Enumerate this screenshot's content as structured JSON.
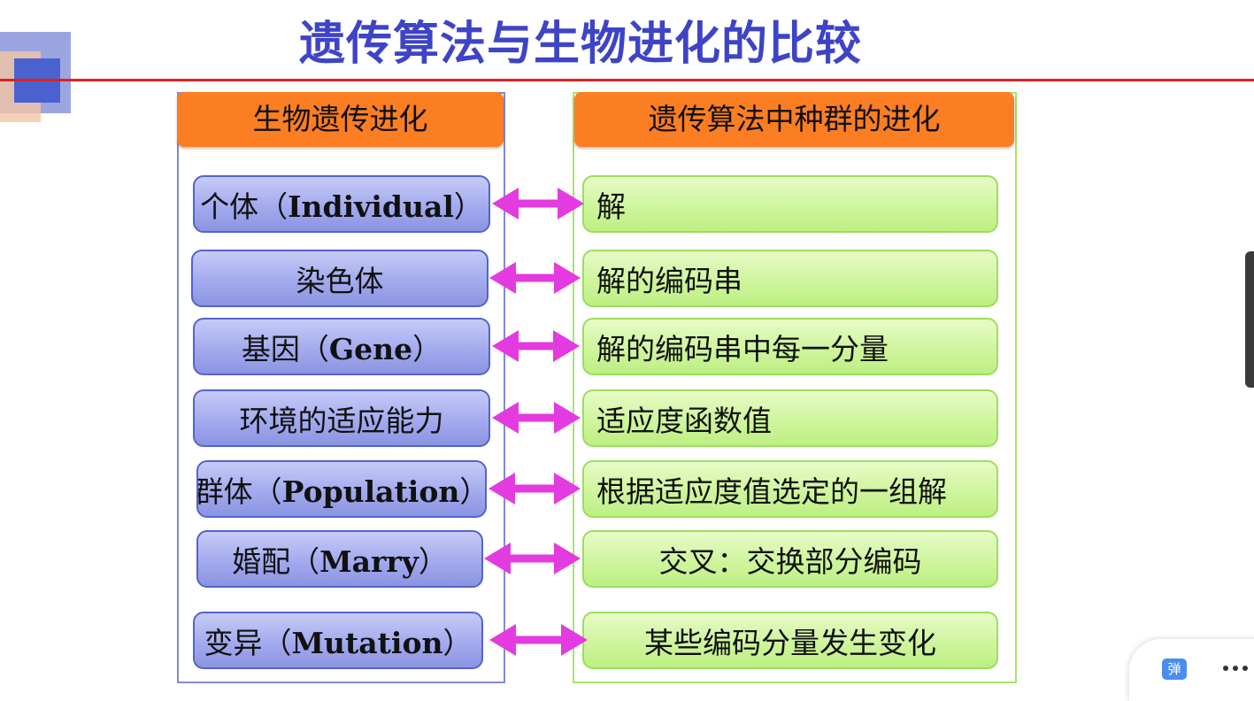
{
  "title": "遗传算法与生物进化的比较",
  "left_header": "生物遗传进化",
  "right_header": "遗传算法中种群的进化",
  "rows": [
    {
      "term": "个体",
      "term_en": "Individual",
      "analog": "解"
    },
    {
      "term": "染色体",
      "term_en": "",
      "analog": "解的编码串"
    },
    {
      "term": "基因",
      "term_en": "Gene",
      "analog": "解的编码串中每一分量"
    },
    {
      "term": "环境的适应能力",
      "term_en": "",
      "analog": "适应度函数值"
    },
    {
      "term": "群体",
      "term_en": "Population",
      "analog": "根据适应度值选定的一组解"
    },
    {
      "term": "婚配",
      "term_en": "Marry",
      "analog": "交叉：交换部分编码"
    },
    {
      "term": "变异",
      "term_en": "Mutation",
      "analog": "某些编码分量发生变化"
    }
  ],
  "colors": {
    "title": "#3d44c6",
    "divider": "#e02020",
    "header": "#fb7e22",
    "left_box": "#a3aaee",
    "right_box": "#cff59d",
    "arrow": "#e33be0"
  },
  "overlay": {
    "danmu_label": "弹",
    "more_icon": "more-horizontal-icon"
  }
}
